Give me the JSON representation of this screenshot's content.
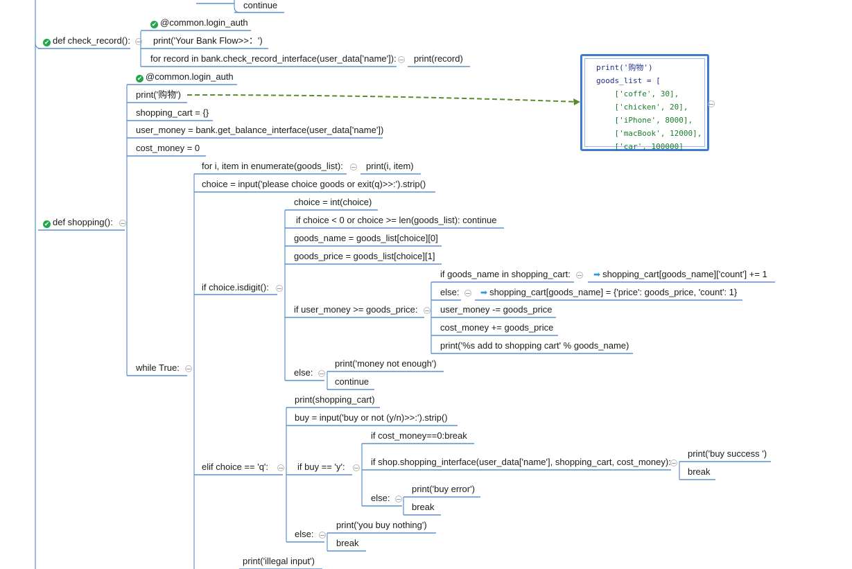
{
  "nodes": {
    "top_continue": "continue",
    "check_record": "def check_record():",
    "cr_auth": "@common.login_auth",
    "cr_print": "print('Your Bank Flow>>：')",
    "cr_for": "for record in bank.check_record_interface(user_data['name']):",
    "cr_print_record": "print(record)",
    "sh_auth": "@common.login_auth",
    "sh_print": "print('购物')",
    "sh_cart": "shopping_cart = {}",
    "sh_money": "user_money = bank.get_balance_interface(user_data['name'])",
    "sh_cost": "cost_money = 0",
    "shopping": "def shopping():",
    "while": "while True:",
    "for_goods": "for i, item in enumerate(goods_list):",
    "print_i_item": "print(i, item)",
    "choice_input": "choice = input('please choice goods or exit(q)>>:').strip()",
    "if_digit": "if choice.isdigit():",
    "choice_int": "choice = int(choice)",
    "if_range": "if choice < 0 or choice >= len(goods_list): continue",
    "goods_name": "goods_name = goods_list[choice][0]",
    "goods_price": "goods_price = goods_list[choice][1]",
    "if_money": "if user_money >= goods_price:",
    "if_in_cart": "if goods_name in shopping_cart:",
    "cart_count": "shopping_cart[goods_name]['count'] += 1",
    "else_cart": "else:",
    "cart_new": "shopping_cart[goods_name] = {'price': goods_price, 'count': 1}",
    "user_money_sub": "user_money -= goods_price",
    "cost_add": "cost_money += goods_price",
    "print_add": "print('%s add to shopping cart' % goods_name)",
    "else_money": "else:",
    "print_not_enough": "print('money not enough')",
    "continue2": "continue",
    "elif_q": "elif choice == 'q':",
    "print_cart": "print(shopping_cart)",
    "buy_input": "buy = input('buy or not (y/n)>>:').strip()",
    "if_buy": "if buy == 'y':",
    "if_cost_zero": "if cost_money==0:break",
    "if_shop": "if shop.shopping_interface(user_data['name'], shopping_cart, cost_money):",
    "print_success": "print('buy success ')",
    "break1": "break",
    "else_buy_err": "else:",
    "print_error": "print('buy error')",
    "break2": "break",
    "else_buy": "else:",
    "print_nothing": "print('you  buy nothing')",
    "break3": "break",
    "print_illegal": "print('illegal input')"
  },
  "note": {
    "lines": [
      "print('购物')",
      "goods_list = [",
      "    ['coffe', 30],",
      "    ['chicken', 20],",
      "    ['iPhone', 8000],",
      "    ['macBook', 12000],",
      "    ['car', 100000]"
    ]
  },
  "colors": {
    "branch": "#5b8fd0",
    "connector": "#5b8a2c",
    "note_border": "#3d7bd0",
    "check": "#22a64b"
  }
}
